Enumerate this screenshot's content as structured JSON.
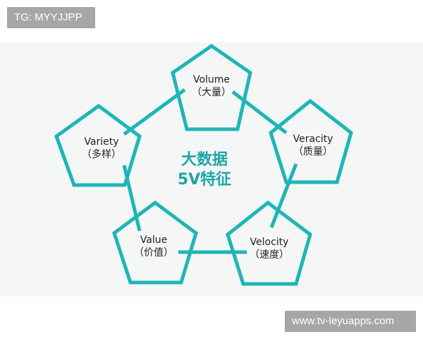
{
  "watermarks": {
    "top_left": "TG: MYYJJPP",
    "bottom_right": "www.tv-leyuapps.com"
  },
  "diagram": {
    "center_title": {
      "line1": "大数据",
      "line2": "5V特征"
    },
    "accent_color": "#1fb5b8",
    "nodes": [
      {
        "id": "volume",
        "en": "Volume",
        "zh": "（大量）"
      },
      {
        "id": "variety",
        "en": "Variety",
        "zh": "（多样）"
      },
      {
        "id": "veracity",
        "en": "Veracity",
        "zh": "（质量）"
      },
      {
        "id": "value",
        "en": "Value",
        "zh": "（价值）"
      },
      {
        "id": "velocity",
        "en": "Velocity",
        "zh": "（速度）"
      }
    ]
  }
}
